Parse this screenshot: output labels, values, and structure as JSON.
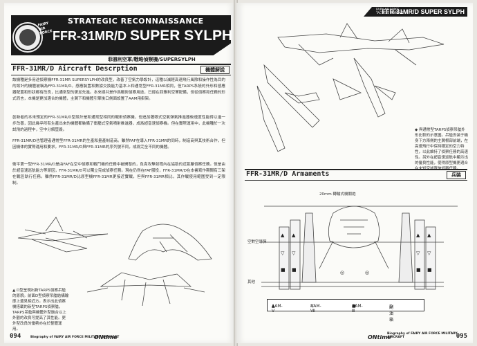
{
  "left_page": {
    "header": {
      "kicker": "STRATEGIC RECONNAISSANCE",
      "model": "FFR-31MR/D",
      "name": "SUPER SYLPH",
      "emblem_text": "FAIRY\nAIR\nFORCE",
      "subtitle": "菲雅利空軍/戰略偵察機/SUPERSYLPH"
    },
    "section": {
      "title": "FFR-31MR/D Aircraft Descrption",
      "tag": "機體解說"
    },
    "paragraphs": [
      "該機種是多用途偵察機FFR-31MR SUPERSYLPH的改良型，改善了空氣力學設計，這種以減輕高速飛行風險和操作性為目的的設計的機體被稱為FFR-31MR/D。感應裝置和數據交換能力基本上和通常型FFR-31MR相同，但TARPS系統的外形和感應器配置和形狀都有改良，比通常型的更加先進。本來總共是作爲戰術偵察用途，已經在菲雅利空軍配備，但從偵察和任務的形式而言，本機是更加適合的機體，主翼下和機體引擎後口側面設置了AAM用掛架。",
      "創新者的本來預定的FFR-31MR/D型設計是和通常型相同的戰術偵察機，但追加著眼式空氣彈氣推進器後速度性能得以進一步改善，因此幾乎所有生產出來的機體都裝備了衝壓式空氣噴射推進器，成爲超音速偵察機。但在實際運用中，此機種於一次試飛的過程中，空中分解墜毀。",
      "FFR-31MR/D也管理者通常型FFR-31MR的生產和量產制造商。雖然FAF在導入FFR-31MR的同時，制造商與其技術合作，但因機体的實際運用和要求，FFR-31MR/D與FFR-31MR的序列號不同，成爲完全不同的機體。",
      "衛平第一型FFR-31MR/D是由FAF在空中偵察和戰鬥機的任務中被開發的，負責攻擊射程內在協助的近距離偵察任務。但是由於超音速巡航能力等原因，FFR-31MR/D可以獨立完成偵察任務。現在仍然在FAF服役，FFR-31MR/D在本書寫作期間有三架在戰區執行任務。雖然FFR-31MR/D比原型機FFR-31MR更接近實戰，但與FFR-31MR相比，其作戰使用範圍受到一定限制。"
    ],
    "caption": "▲ D型呈現出新TARPS偵察吊艙的原貌。前面D型偵察吊艙結構輪廓上邊見相近方。表示出此偵察機搭載的新型TARPS偵察艙，TARPS吊艙與機體外型融合以上外觀的改良可提高了其性能。更外型改良的優勢亦在於整體運用。",
    "page_number": "094",
    "footer": "Biography of FAIRY AIR FORCE MILITARY AIRCRAFT",
    "logo": "ONtime"
  },
  "right_page": {
    "running_header": {
      "small": "FAIRY AIR FORCE\nTACTICAL AIRCRAFT",
      "title": "FFR-31MR/D SUPER SYLPH"
    },
    "caption": "◆ 與通常型TARPS偵察吊艙外形比較的示意圖。吊艙安装于機身下方兩側的主翼根部前端，在高速飛行中保持穩定的空力特性，以此維持了偵察任務的高速性。另外在超音速巡航中顯示出的優良性能，使得原型機更適合在未知空域實施偵察任務。",
    "section": {
      "title": "FFR-31MR/D Armaments",
      "tag": "兵裝"
    },
    "label_gun": "20mm 轉輪式機關炮",
    "label_pylon": "空對空導彈",
    "label_other": "其他",
    "label_tank": "副油箱",
    "legend": [
      {
        "symbol": "▲",
        "label": "AAM-V"
      },
      {
        "symbol": "▽",
        "label": "AAM-Ⅶ"
      },
      {
        "symbol": "■",
        "label": "AAM-Ⅲ"
      },
      {
        "symbol": "◎",
        "label": "副油箱"
      }
    ],
    "page_number": "095",
    "footer": "Biography of FAIRY AIR FORCE MILITARY AIRCRAFT",
    "logo": "ONtime"
  }
}
